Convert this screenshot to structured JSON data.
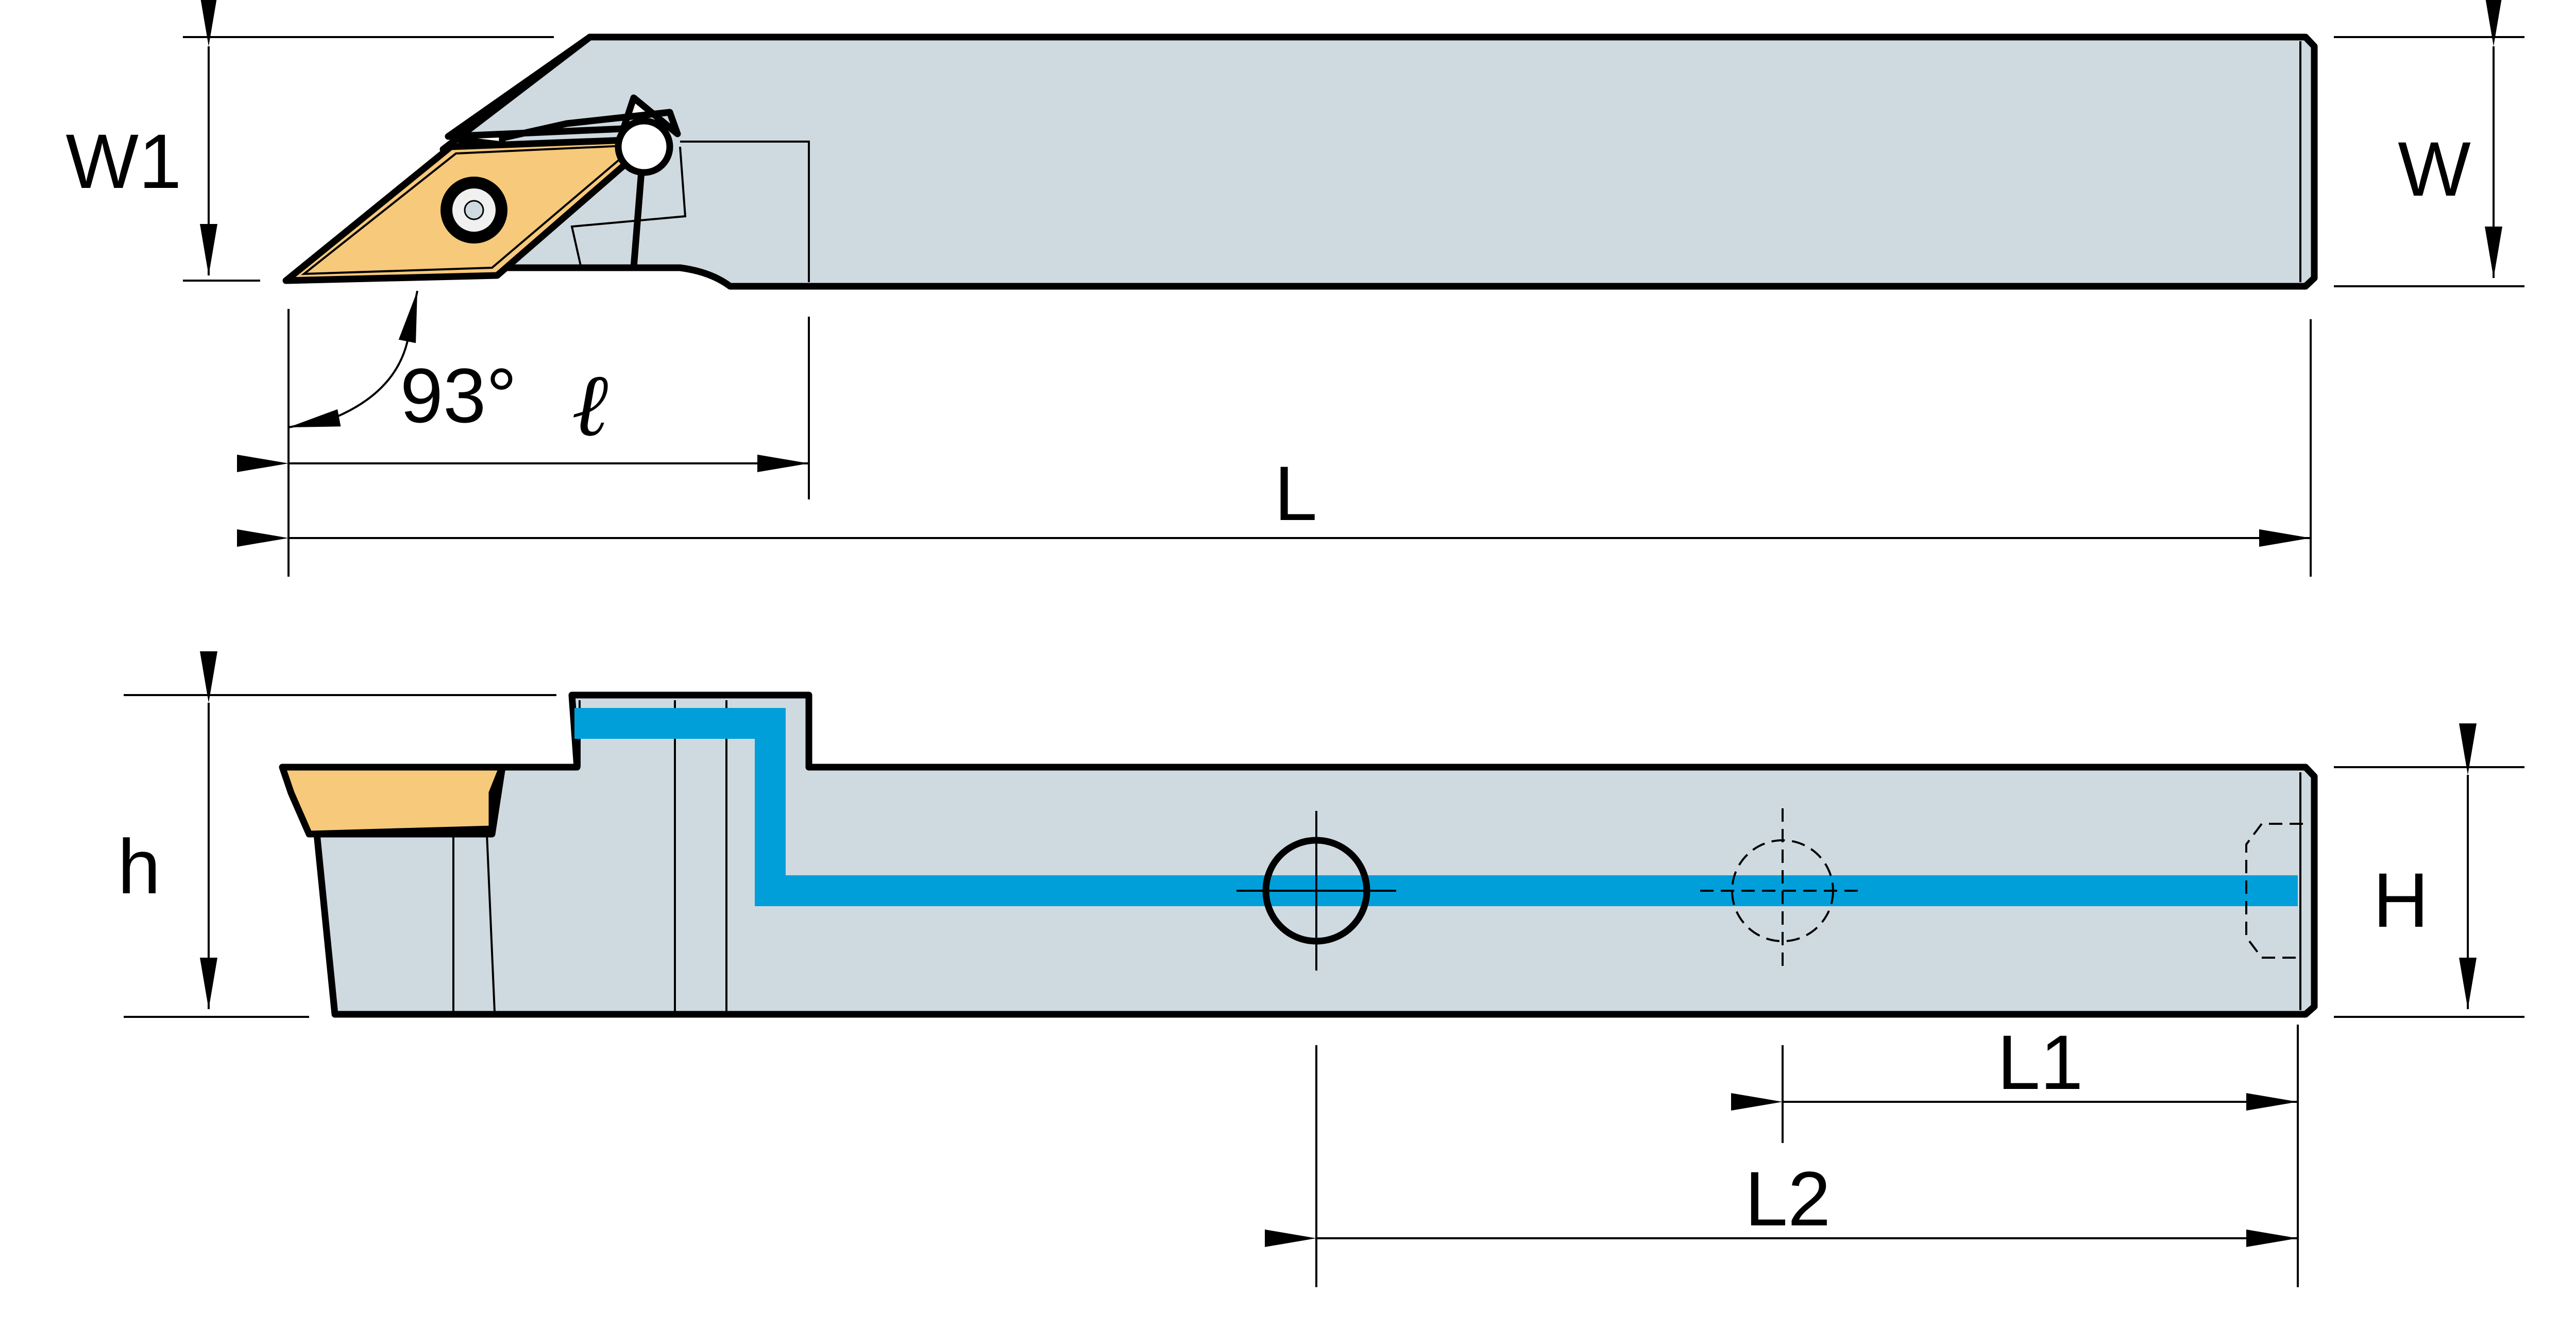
{
  "labels": {
    "w1": "W1",
    "w": "W",
    "angle": "93°",
    "ell": "ℓ",
    "L": "L",
    "h": "h",
    "H": "H",
    "L1": "L1",
    "L2": "L2"
  },
  "colors": {
    "body": "#CFDAE0",
    "insert": "#F7C97A",
    "coolant": "#009FDA",
    "line": "#000000"
  }
}
